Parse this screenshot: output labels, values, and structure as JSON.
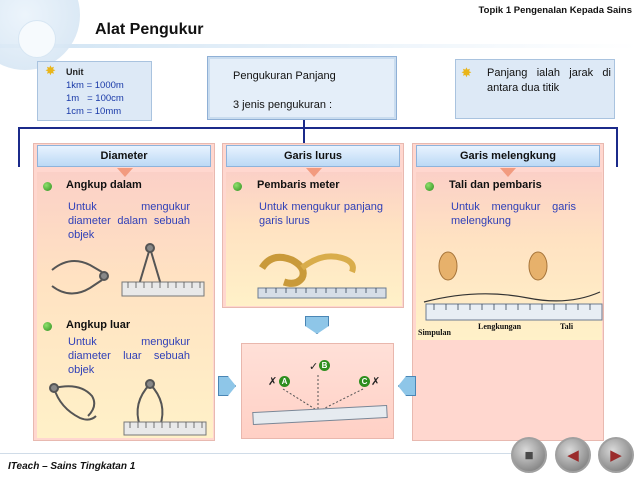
{
  "header": {
    "topic": "Topik 1 Pengenalan Kepada Sains",
    "title": "Alat Pengukur"
  },
  "unit_box": {
    "label": "Unit",
    "lines": [
      "1km = 1000m",
      "1m   = 100cm",
      "1cm = 10mm"
    ]
  },
  "center_box": {
    "line1": "Pengukuran Panjang",
    "line2": "3 jenis pengukuran :"
  },
  "right_box": {
    "text": "Panjang ialah jarak di antara dua titik"
  },
  "columns": [
    {
      "heading": "Diameter",
      "items": [
        {
          "title": "Angkup dalam",
          "desc": "Untuk mengukur diameter dalam sebuah objek"
        },
        {
          "title": "Angkup luar",
          "desc": "Untuk mengukur diameter luar sebuah objek"
        }
      ]
    },
    {
      "heading": "Garis lurus",
      "items": [
        {
          "title": "Pembaris meter",
          "desc": "Untuk mengukur panjang garis lurus"
        }
      ]
    },
    {
      "heading": "Garis melengkung",
      "items": [
        {
          "title": "Tali dan pembaris",
          "desc": "Untuk mengukur garis melengkung"
        }
      ]
    }
  ],
  "curve_labels": {
    "simpulan": "Simpulan",
    "lengkungan": "Lengkungan",
    "tali": "Tali"
  },
  "ruler_labels": [
    "A",
    "B",
    "C"
  ],
  "footer": "ITeach – Sains Tingkatan 1",
  "nav": {
    "home_icon": "home-icon",
    "back_icon": "back-arrow-icon",
    "forward_icon": "forward-arrow-icon"
  },
  "colors": {
    "accent_blue": "#1b2a8a",
    "panel_pink": "#ffd7cf",
    "header_blue": "#bcd9f5",
    "desc_text": "#3040b8",
    "bullet_green": "#2e8e1f"
  }
}
